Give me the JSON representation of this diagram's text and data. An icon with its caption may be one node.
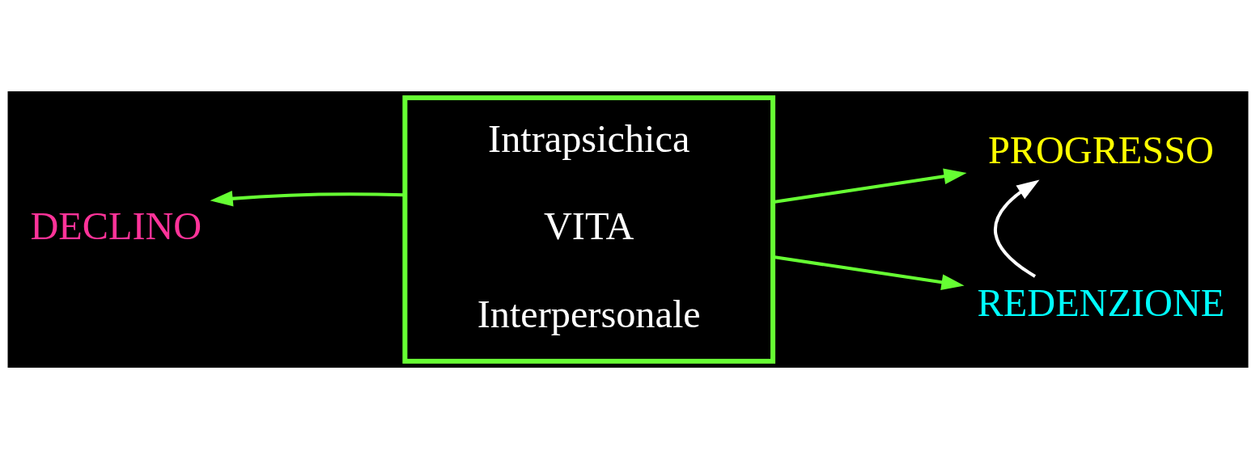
{
  "diagram": {
    "nodes": [
      {
        "text": [
          "Intrapsichica",
          "VITA",
          "Interpersonale"
        ]
      },
      {
        "text": [
          "DECLINO"
        ]
      },
      {
        "text": [
          "PROGRESSO"
        ]
      },
      {
        "text": [
          "REDENZIONE"
        ]
      }
    ],
    "edges": [
      {
        "from": 0,
        "to": 1,
        "arrow": "to"
      },
      {
        "from": 0,
        "to": 2,
        "arrow": "to"
      },
      {
        "from": 0,
        "to": 3,
        "arrow": "to"
      },
      {
        "from": 3,
        "to": 2,
        "arrow": "to",
        "color": "#ffffff"
      }
    ]
  }
}
